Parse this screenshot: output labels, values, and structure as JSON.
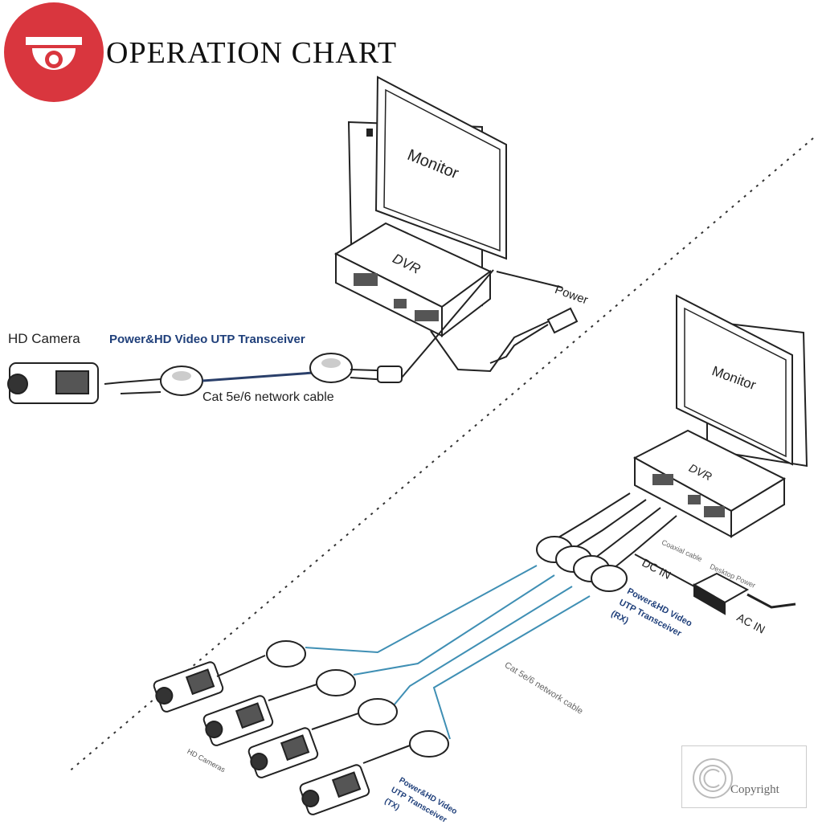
{
  "title": "OPERATION CHART",
  "top_setup": {
    "camera_label": "HD Camera",
    "transceiver_label": "Power&HD Video UTP Transceiver",
    "cable_label": "Cat 5e/6 network cable",
    "power_label": "Power",
    "monitor_label": "Monitor",
    "dvr_label": "DVR"
  },
  "bottom_setup": {
    "monitor_label": "Monitor",
    "dvr_label": "DVR",
    "coaxial_label": "Coaxial cable",
    "desktop_power_label": "Desktop Power",
    "dc_in_label": "DC IN",
    "ac_in_label": "AC IN",
    "rx_label_line1": "Power&HD Video",
    "rx_label_line2": "UTP Transceiver",
    "rx_label_line3": "(RX)",
    "cable_label": "Cat 5e/6 network cable",
    "cameras_label": "HD Cameras",
    "tx_label_line1": "Power&HD Video",
    "tx_label_line2": "UTP Transceiver",
    "tx_label_line3": "(TX)"
  },
  "watermark": "Copyright",
  "colors": {
    "logo_red": "#d9363e",
    "cable_blue": "#3f8fb4",
    "label_navy": "#1f3f7a"
  }
}
